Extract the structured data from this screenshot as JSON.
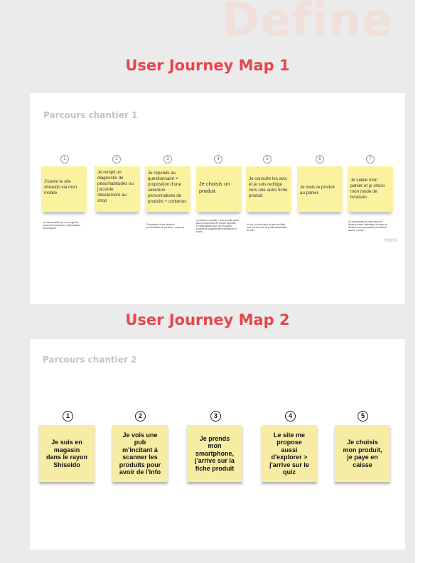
{
  "page": {
    "bg_title": "Define"
  },
  "map1": {
    "heading": "User Journey Map 1",
    "board_title": "Parcours chantier 1",
    "miro_label": "miro",
    "steps": [
      {
        "number": "1",
        "text": "J'ouvre le site shiseido via mon mobile",
        "note": "Je suis accueillie par une image full screen très immersive, représentative de la marque."
      },
      {
        "number": "2",
        "text": "Je rempli un diagnostic de peau/habitudes ou j'accède directement au shop",
        "note": ""
      },
      {
        "number": "3",
        "text": "Je réponds au questionnaire > proposition d'une sélection personnalisée de produits + contenus",
        "note": "Propositions d'une sélection personnalisée de produits + contenus."
      },
      {
        "number": "4",
        "text": "Je choisis un produit.",
        "note": "Je choisis un produit > fiche produit: photo flacon, texture/avis de l'expert Japonais en vidéo/facilité pour voir les autres produits de la gamme/avis clients/prix en promo"
      },
      {
        "number": "5",
        "text": "Je consulte les avis et je suis redirigé vers une autre fiche produit.",
        "note": "Au clic sur avis client, je peux les filtrer pour voir des avis de profils ressemblant au mien."
      },
      {
        "number": "6",
        "text": "Je mets le produit au panier.",
        "note": ""
      },
      {
        "number": "7",
        "text": "Je valide mon panier et je choisi mon mode de livraison.",
        "note": "On me propose un choix dans les livraisons avec l'estimation et mode de livraison éco-responsable (échantillons assuré, promo)"
      }
    ]
  },
  "map2": {
    "heading": "User Journey Map 2",
    "board_title": "Parcours chantier 2",
    "steps": [
      {
        "number": "1",
        "text": "Je suis en magasin dans le rayon Shiseido"
      },
      {
        "number": "2",
        "text": "Je vois une pub m'incitant à scanner les produits pour avoir de l'info"
      },
      {
        "number": "3",
        "text": "Je prends mon smartphone, j'arrive sur la fiche produit"
      },
      {
        "number": "4",
        "text": "Le site me propose aussi d'explorer > j'arrive sur le quiz"
      },
      {
        "number": "5",
        "text": "Je choisis mon produit, je paye en caisse"
      }
    ]
  }
}
